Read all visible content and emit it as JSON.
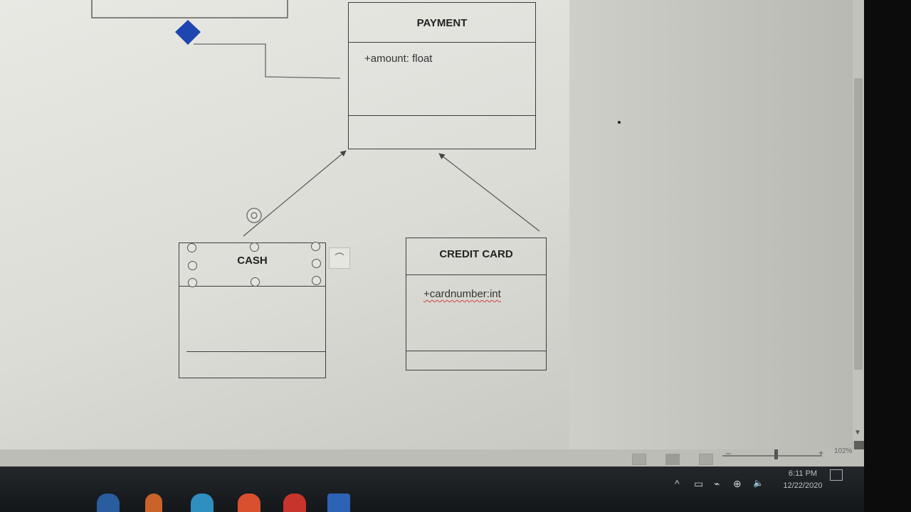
{
  "diagram": {
    "payment": {
      "title": "PAYMENT",
      "attribute": "+amount: float"
    },
    "cash": {
      "title": "CASH"
    },
    "credit_card": {
      "title": "CREDIT CARD",
      "attribute": "+cardnumber:int"
    }
  },
  "statusbar": {
    "zoom_level": "102%",
    "zoom_minus": "–",
    "zoom_plus": "+"
  },
  "taskbar": {
    "time": "6:11 PM",
    "date": "12/22/2020",
    "tray": {
      "chevron": "^",
      "battery": "▭",
      "network": "⌁",
      "globe": "⊕",
      "volume": "🔈"
    }
  },
  "colors": {
    "aggregation_diamond": "#1f45b0",
    "taskbar": "#16191c"
  }
}
